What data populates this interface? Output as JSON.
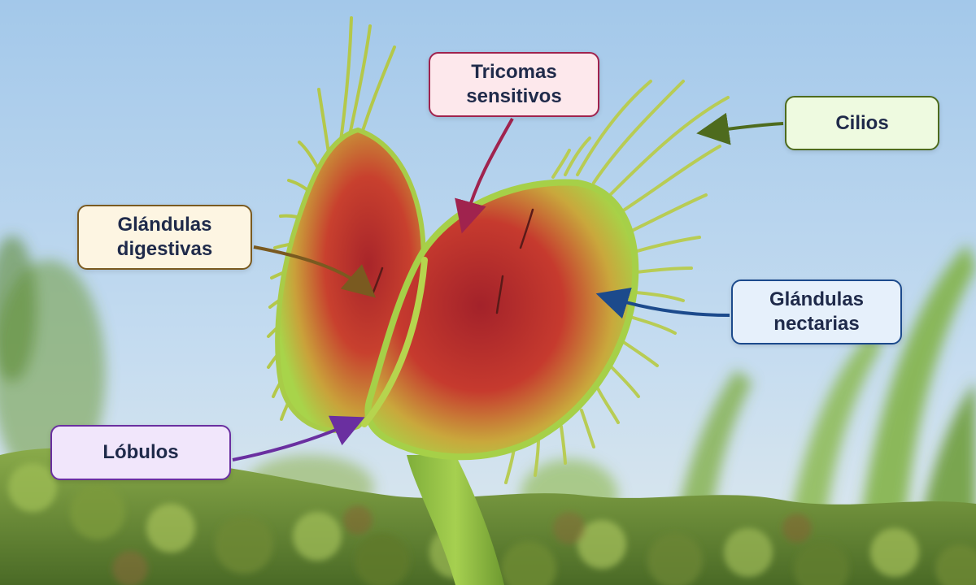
{
  "labels": {
    "tricomas": {
      "line1": "Tricomas",
      "line2": "sensitivos",
      "color": "#a0234e",
      "fill": "#fde8ec"
    },
    "cilios": {
      "line1": "Cilios",
      "color": "#4e6b1e",
      "fill": "#eefae0"
    },
    "digestivas": {
      "line1": "Glándulas",
      "line2": "digestivas",
      "color": "#7a5a20",
      "fill": "#fdf5e2"
    },
    "nectarias": {
      "line1": "Glándulas",
      "line2": "nectarias",
      "color": "#1c4a8c",
      "fill": "#e6f0fb"
    },
    "lobulos": {
      "line1": "Lóbulos",
      "color": "#6a2fa0",
      "fill": "#f1e6fb"
    }
  },
  "colors": {
    "sky_top": "#a9cdec",
    "sky_bottom": "#dbeaf5",
    "trap_red": "#c8342a",
    "trap_green": "#a8d44a",
    "moss": "#6e9a3a"
  }
}
